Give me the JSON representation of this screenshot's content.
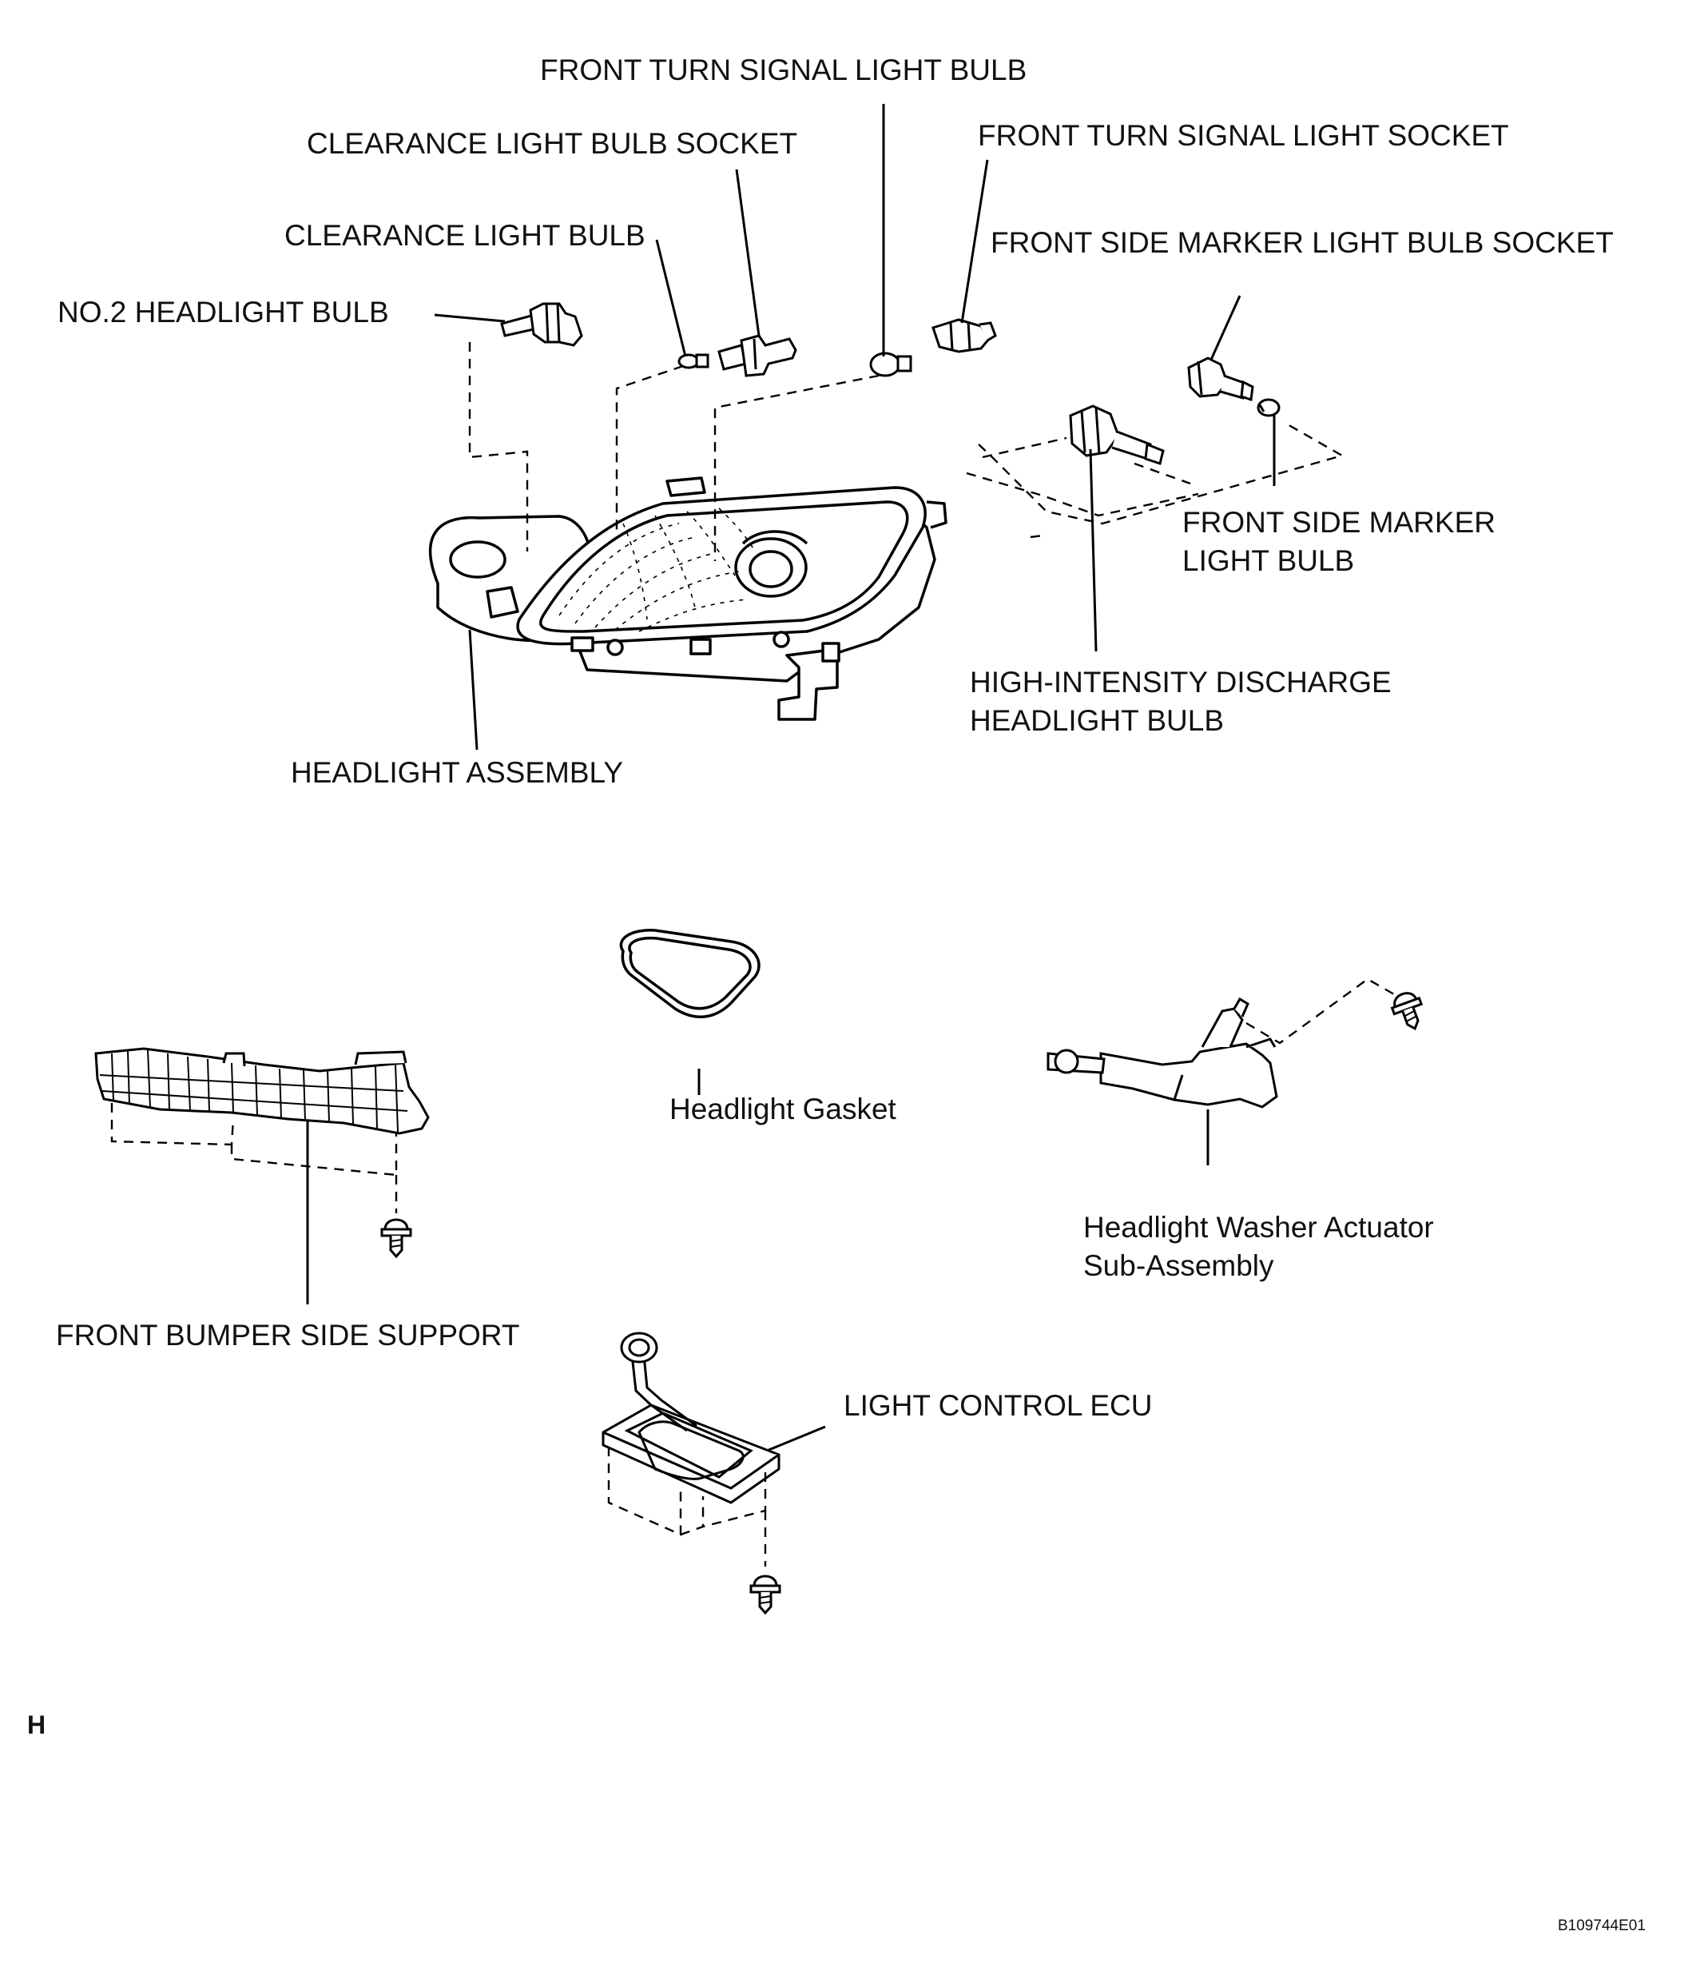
{
  "labels": {
    "front_turn_signal_light_bulb": "FRONT TURN SIGNAL LIGHT BULB",
    "clearance_light_bulb_socket": "CLEARANCE LIGHT BULB SOCKET",
    "front_turn_signal_light_socket": "FRONT TURN SIGNAL LIGHT SOCKET",
    "clearance_light_bulb": "CLEARANCE LIGHT BULB",
    "front_side_marker_light_bulb_socket": "FRONT SIDE MARKER LIGHT BULB SOCKET",
    "no2_headlight_bulb": "NO.2 HEADLIGHT BULB",
    "front_side_marker_light_bulb": [
      "FRONT SIDE MARKER",
      "LIGHT BULB"
    ],
    "hid_headlight_bulb": [
      "HIGH-INTENSITY DISCHARGE",
      "HEADLIGHT BULB"
    ],
    "headlight_assembly": "HEADLIGHT ASSEMBLY",
    "headlight_gasket": "Headlight Gasket",
    "headlight_washer_actuator": [
      "Headlight Washer Actuator",
      "Sub-Assembly"
    ],
    "front_bumper_side_support": "FRONT BUMPER SIDE SUPPORT",
    "light_control_ecu": "LIGHT CONTROL ECU"
  },
  "corner_mark": "H",
  "figure_code": "B109744E01"
}
